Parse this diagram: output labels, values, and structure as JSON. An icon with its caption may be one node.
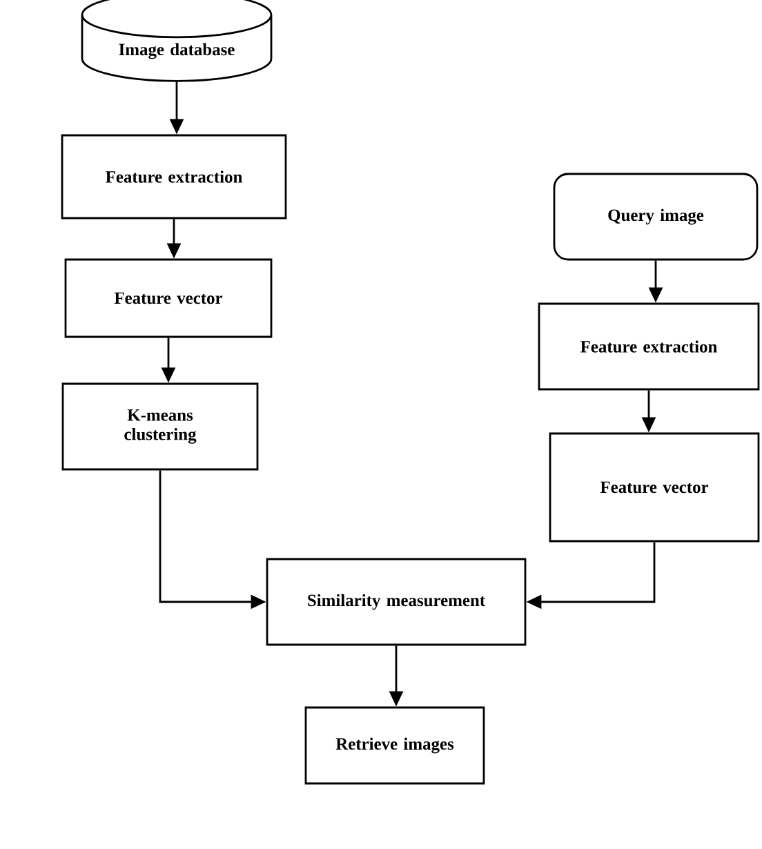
{
  "diagram": {
    "nodes": [
      {
        "text": [
          "Image database"
        ]
      },
      {
        "text": [
          "Feature extraction"
        ]
      },
      {
        "text": [
          "Feature vector"
        ]
      },
      {
        "text": [
          "K-means clustering"
        ]
      },
      {
        "text": [
          "Query image"
        ]
      },
      {
        "text": [
          "Feature extraction"
        ]
      },
      {
        "text": [
          "Feature vector"
        ]
      },
      {
        "text": [
          "Similarity measurement"
        ]
      },
      {
        "text": [
          "Retrieve images"
        ]
      }
    ],
    "edges": [
      {
        "from": 0,
        "to": 1,
        "arrow": "to"
      },
      {
        "from": 1,
        "to": 2,
        "arrow": "to"
      },
      {
        "from": 2,
        "to": 3,
        "arrow": "to"
      },
      {
        "from": 3,
        "to": 7,
        "arrow": "to"
      },
      {
        "from": 4,
        "to": 5,
        "arrow": "to"
      },
      {
        "from": 5,
        "to": 6,
        "arrow": "to"
      },
      {
        "from": 6,
        "to": 7,
        "arrow": "to"
      },
      {
        "from": 7,
        "to": 8,
        "arrow": "to"
      }
    ]
  }
}
